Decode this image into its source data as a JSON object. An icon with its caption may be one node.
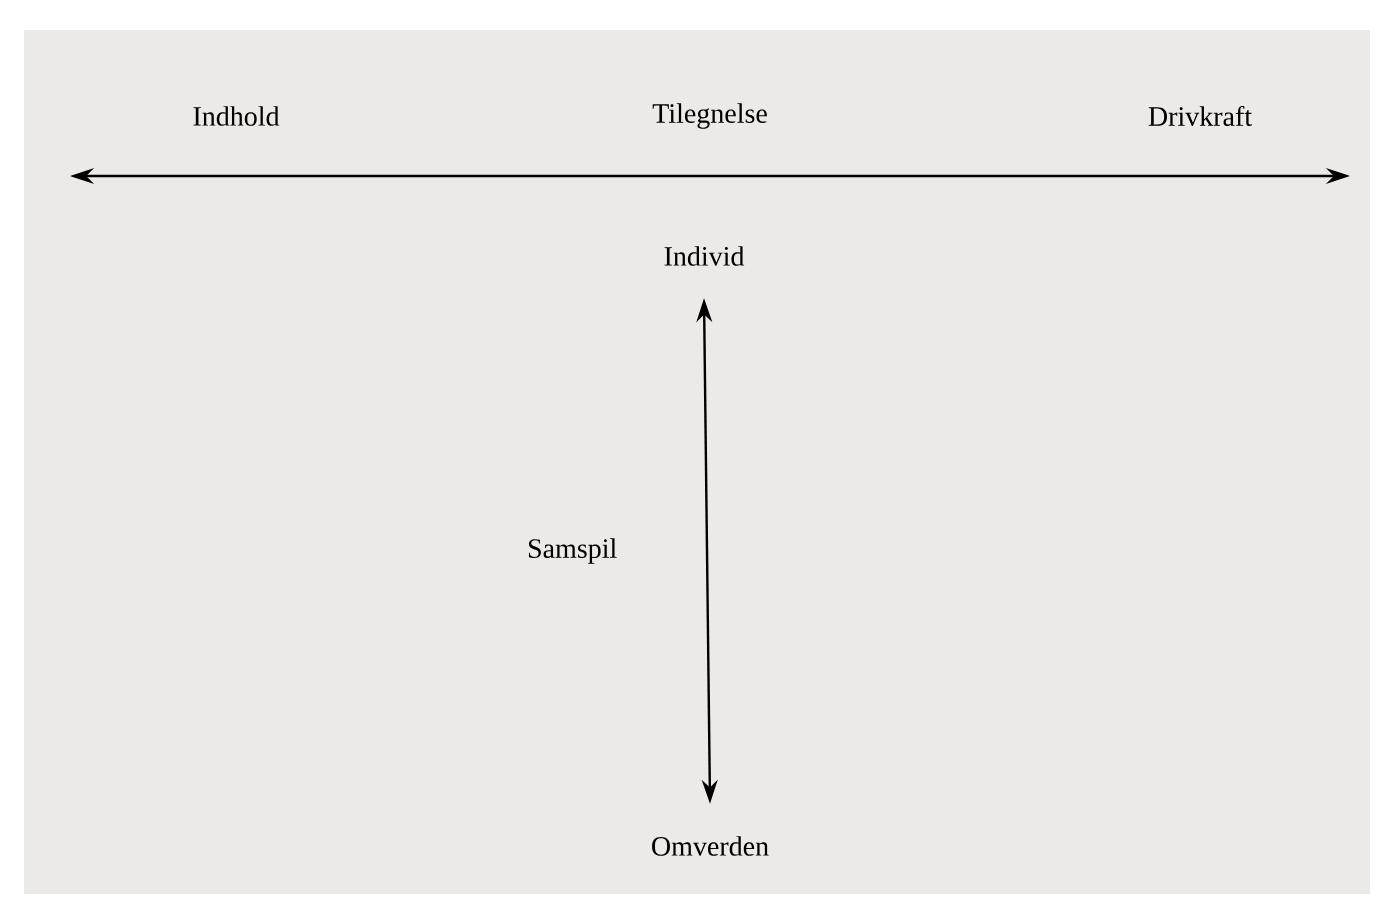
{
  "diagram": {
    "nodes": [
      {
        "text": [
          "Individ"
        ]
      },
      {
        "text": [
          "Omverden"
        ]
      }
    ],
    "edges": [
      {
        "from": 0,
        "to": 1,
        "arrow": "both",
        "label": "Samspil"
      }
    ],
    "labels": [
      "Indhold",
      "Tilegnelse",
      "Drivkraft"
    ]
  }
}
